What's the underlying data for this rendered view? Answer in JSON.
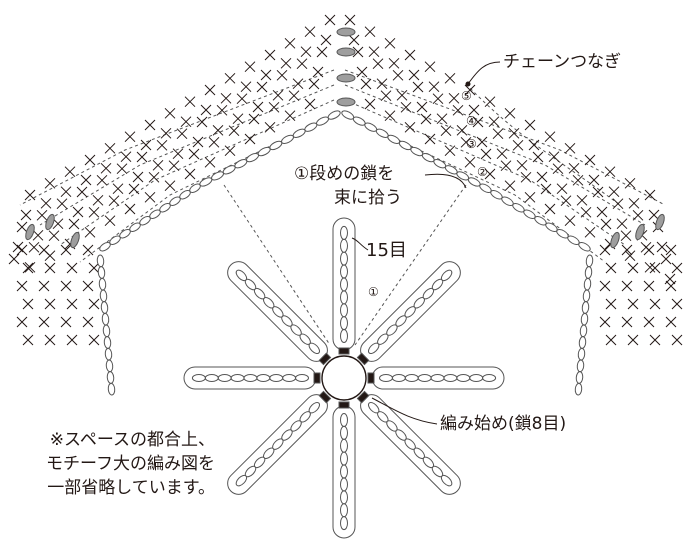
{
  "labels": {
    "chain_join": "チェーンつなぎ",
    "pickup_line1": "①段めの鎖を",
    "pickup_line2": "束に拾う",
    "stitch_count": "15目",
    "start": "編み始め(鎖8目)",
    "note": [
      "※スペースの都合上、",
      "モチーフ大の編み図を",
      "一部省略しています。"
    ]
  },
  "round_markers": [
    "①",
    "②",
    "③",
    "④",
    "⑤"
  ],
  "colors": {
    "ink": "#231815",
    "gray_fill": "#9e9e9e",
    "chain_outline": "#777777"
  },
  "spoke_count": 8
}
